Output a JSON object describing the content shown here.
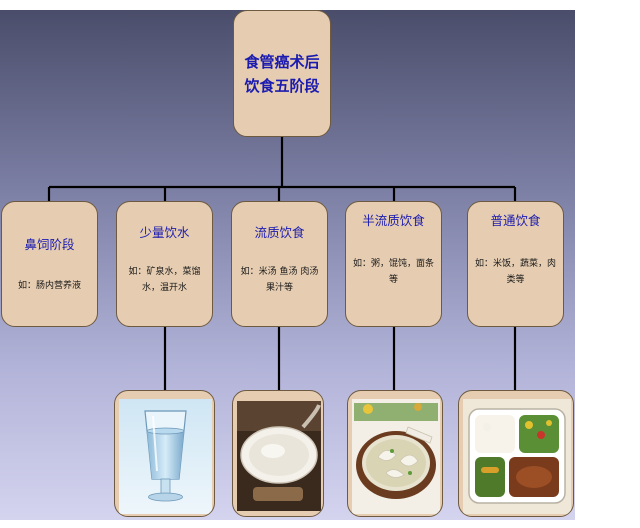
{
  "root": {
    "line1": "食管癌术后",
    "line2": "饮食五阶段"
  },
  "stages": [
    {
      "title": "鼻饲阶段",
      "desc": "如：肠内营养液"
    },
    {
      "title": "少量饮水",
      "desc": "如：矿泉水，菜馏水，温开水"
    },
    {
      "title": "流质饮食",
      "desc": "如：米汤 鱼汤 肉汤 果汁等"
    },
    {
      "title": "半流质饮食",
      "desc": "如：粥，馄饨，面条等"
    },
    {
      "title": "普通饮食",
      "desc": "如：米饭，蔬菜，肉类等"
    }
  ],
  "photos": [
    {
      "name": "water-glass-photo"
    },
    {
      "name": "rice-soup-photo"
    },
    {
      "name": "wonton-bowl-photo"
    },
    {
      "name": "lunch-box-photo"
    }
  ],
  "colors": {
    "box_fill": "#e6cdb1",
    "title_text": "#1b1bb0",
    "connector": "#000000"
  }
}
